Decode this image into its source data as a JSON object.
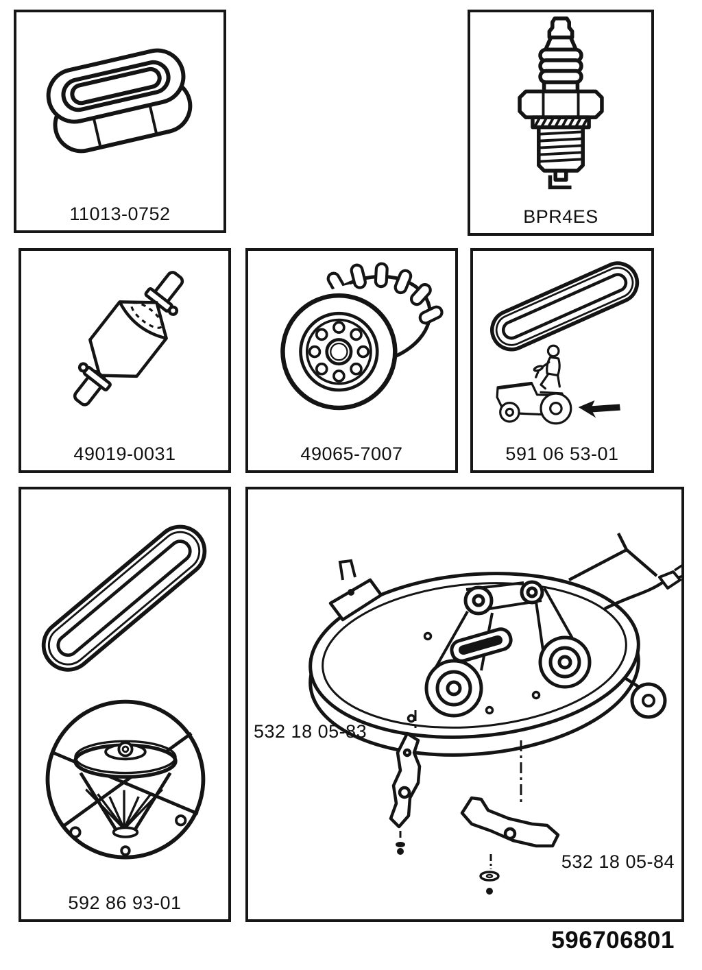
{
  "panels": {
    "air_filter": {
      "part_number": "11013-0752",
      "illustration": "air-filter"
    },
    "spark_plug": {
      "part_number": "BPR4ES",
      "illustration": "spark-plug"
    },
    "fuel_filter": {
      "part_number": "49019-0031",
      "illustration": "inline-fuel-filter"
    },
    "oil_filter": {
      "part_number": "49065-7007",
      "illustration": "oil-filter-canister"
    },
    "drive_belt": {
      "part_number": "591 06 53-01",
      "illustration": "belt-with-riding-mower-and-arrow"
    },
    "deck_belt_spindle": {
      "part_number": "592 86 93-01",
      "illustration": "deck-belt-and-spindle-assembly"
    },
    "mower_deck": {
      "blade_left_part_number": "532 18 05-83",
      "blade_right_part_number": "532 18 05-84",
      "illustration": "mower-deck-with-two-blades"
    }
  },
  "footer": {
    "document_number": "596706801"
  },
  "colors": {
    "line": "#141414",
    "background": "#ffffff"
  }
}
